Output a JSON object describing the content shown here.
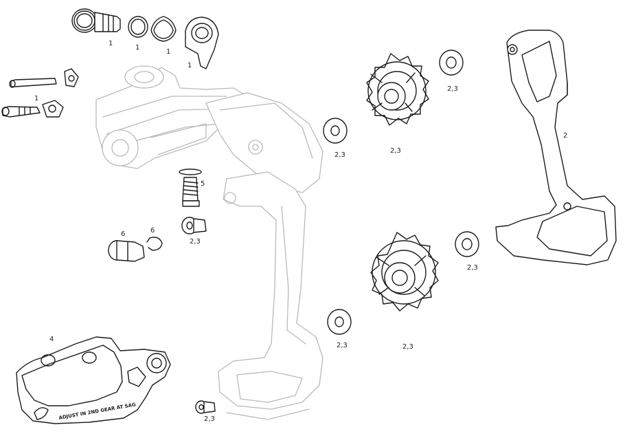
{
  "labels": {
    "barrel_nut": "1",
    "ring_round": "1",
    "ring_square": "1",
    "hanger_insert": "1",
    "bolts": "1",
    "outer_cage": "2",
    "upper_pulley": "2,3",
    "upper_pulley_washer_right": "2,3",
    "upper_pulley_washer_left": "2,3",
    "lower_pulley": "2,3",
    "lower_pulley_washer_right": "2,3",
    "lower_pulley_washer_left": "2,3",
    "b_screw": "5",
    "pivot_bolt": "2,3",
    "cage_bolt": "2,3",
    "chain_guide": "4",
    "stop_pin": "6",
    "clip": "6"
  },
  "chain_guide_text": "ADJUST IN 2ND GEAR AT SAG"
}
